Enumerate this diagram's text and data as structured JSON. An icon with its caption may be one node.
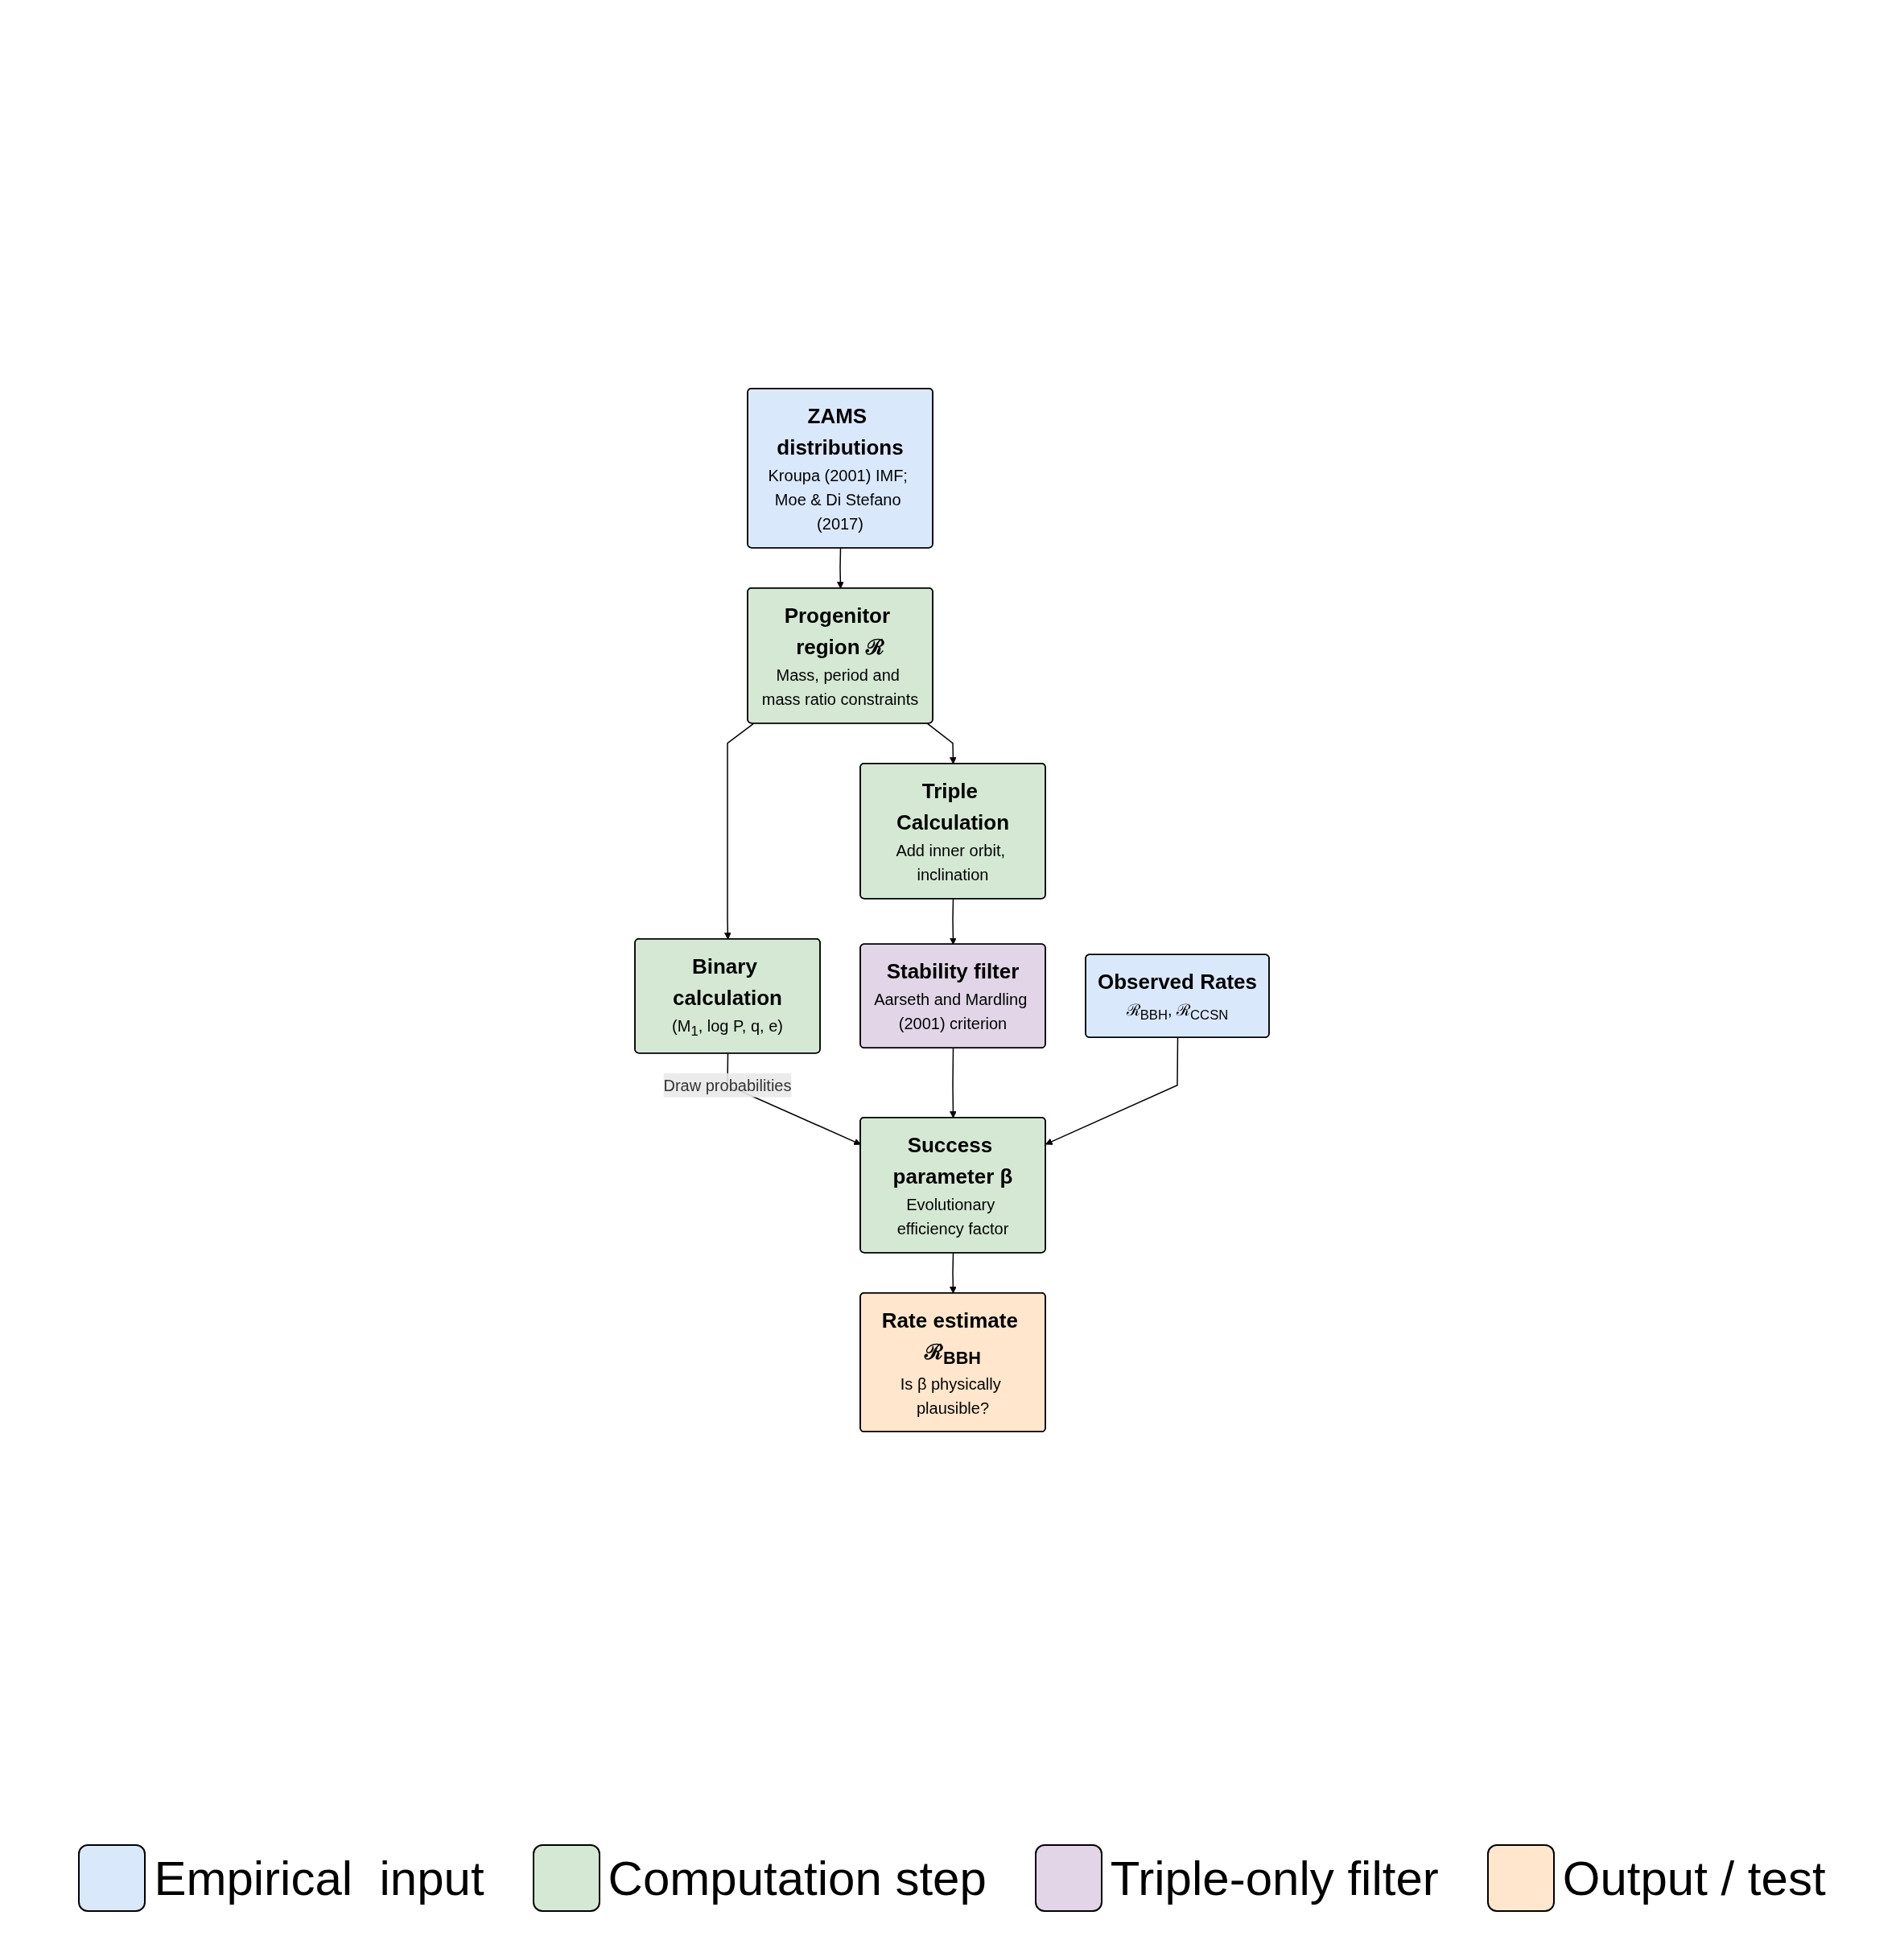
{
  "diagram": {
    "nodes": [
      {
        "text": [
          "ZAMS distributions",
          "Kroupa (2001) IMF; Moe & Di Stefano (2017)"
        ]
      },
      {
        "text": [
          "Progenitor region ℛ",
          "Mass, period and mass ratio constraints"
        ]
      },
      {
        "text": [
          "Binary calculation",
          "(M$_{1}$, log P, q, e)"
        ]
      },
      {
        "text": [
          "Triple Calculation",
          "Add inner orbit, inclination"
        ]
      },
      {
        "text": [
          "Stability filter",
          "Aarseth and Mardling (2001) criterion"
        ]
      },
      {
        "text": [
          "Observed Rates",
          "ℛ$_{BBH}$, ℛ$_{CCSN}$"
        ]
      },
      {
        "text": [
          "Success parameter β",
          "Evolutionary efficiency factor"
        ]
      },
      {
        "text": [
          "Rate estimate ℛ$_{BBH}$",
          "Is β physically plausible?"
        ]
      }
    ],
    "edges": [
      {
        "from": 0,
        "to": 1,
        "arrow": "to"
      },
      {
        "from": 1,
        "to": 2,
        "arrow": "to"
      },
      {
        "from": 1,
        "to": 3,
        "arrow": "to"
      },
      {
        "from": 3,
        "to": 4,
        "arrow": "to"
      },
      {
        "from": 2,
        "to": 6,
        "arrow": "to",
        "label": "Draw probabilities"
      },
      {
        "from": 4,
        "to": 6,
        "arrow": "to"
      },
      {
        "from": 5,
        "to": 6,
        "arrow": "to"
      },
      {
        "from": 6,
        "to": 7,
        "arrow": "to"
      }
    ],
    "legend": [
      {
        "text": "Empirical  input",
        "color": "#dae8fc"
      },
      {
        "text": "Computation step",
        "color": "#d5e8d4"
      },
      {
        "text": "Triple-only filter",
        "color": "#e1d5e7"
      },
      {
        "text": "Output / test",
        "color": "#ffe6cc"
      }
    ]
  }
}
